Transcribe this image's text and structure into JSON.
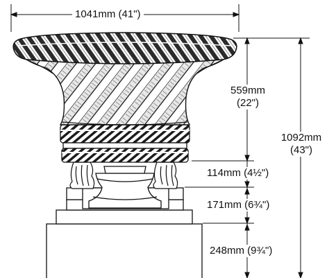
{
  "dimensions": {
    "width": {
      "text": "1041mm (41\")"
    },
    "bowl": {
      "line1": "559mm",
      "line2": "(22\")"
    },
    "total": {
      "line1": "1092mm",
      "line2": "(43\")"
    },
    "feet": {
      "text": "114mm (4½\")"
    },
    "base_block": {
      "text": "171mm (6¾\")"
    },
    "pedestal": {
      "text": "248mm (9¾\")"
    }
  },
  "colors": {
    "line": "#111111",
    "shade": "#3a3a3a",
    "paper": "#ffffff"
  }
}
